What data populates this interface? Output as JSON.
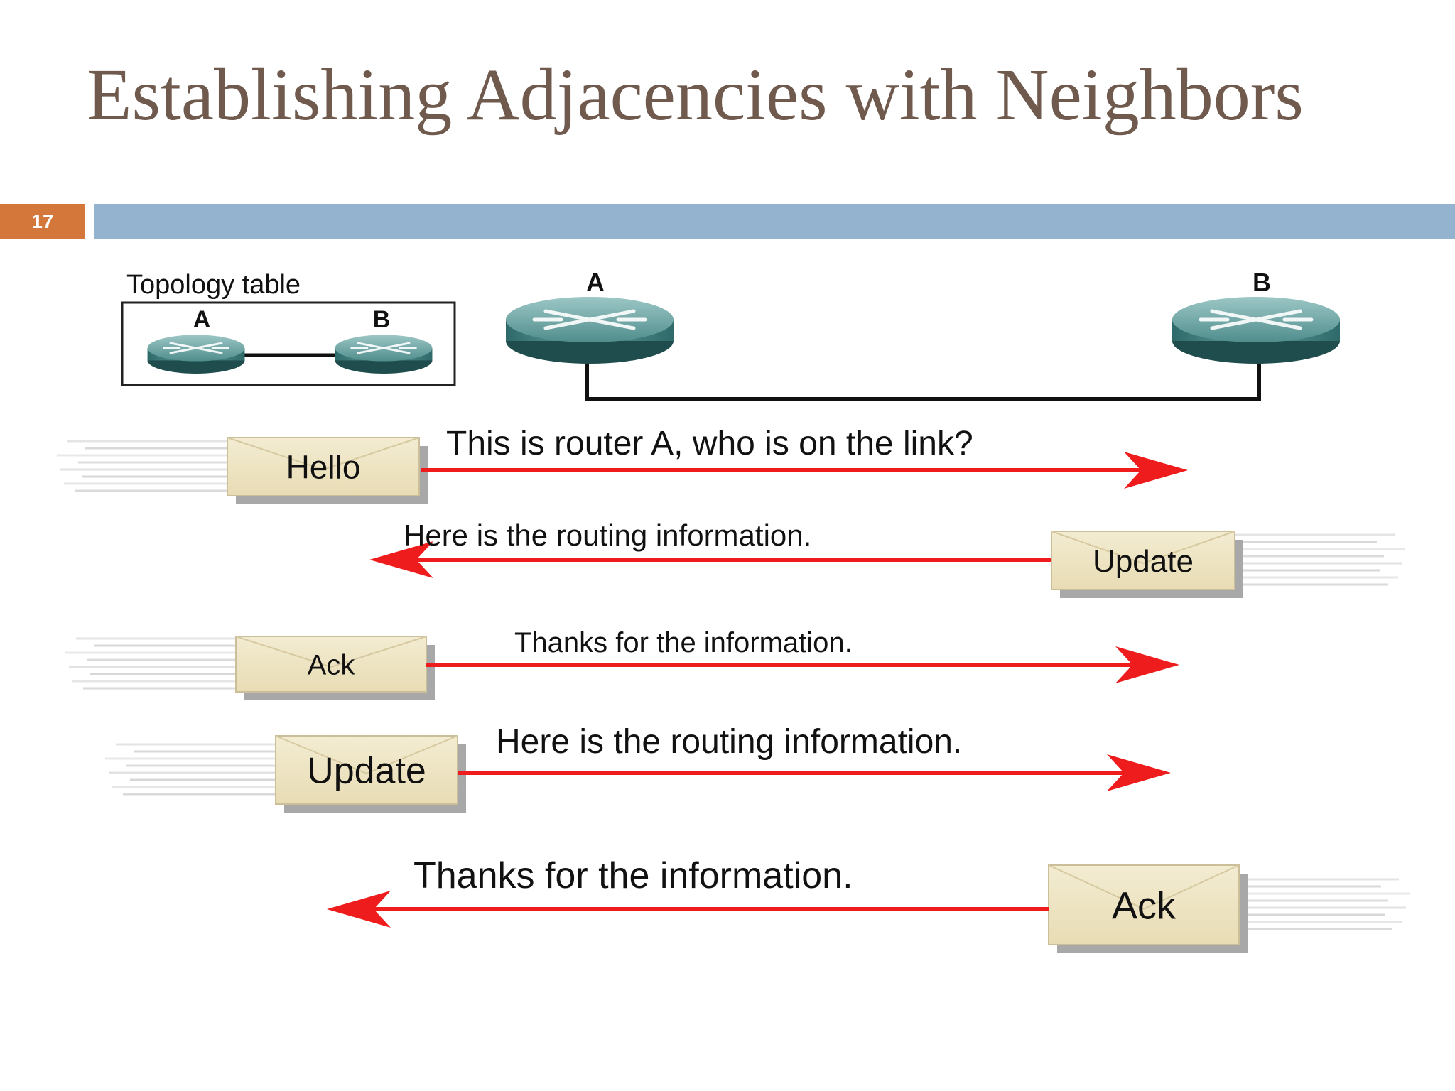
{
  "slide": {
    "title": "Establishing Adjacencies with Neighbors",
    "number": "17"
  },
  "colors": {
    "title_text": "#6f5a4d",
    "number_badge": "#d4773b",
    "title_bar": "#93b3cf",
    "arrow": "#ee1c1c",
    "envelope": "#efe6c8",
    "router": "#4c8a89"
  },
  "topology_table": {
    "caption": "Topology table",
    "router_a": "A",
    "router_b": "B"
  },
  "routers": {
    "a": "A",
    "b": "B"
  },
  "exchanges": [
    {
      "packet": "Hello",
      "message": "This is router A, who is on the link?",
      "direction": "A to B"
    },
    {
      "packet": "Update",
      "message": "Here is the routing information.",
      "direction": "B to A"
    },
    {
      "packet": "Ack",
      "message": "Thanks for the information.",
      "direction": "A to B"
    },
    {
      "packet": "Update",
      "message": "Here is the routing information.",
      "direction": "A to B"
    },
    {
      "packet": "Ack",
      "message": "Thanks for the information.",
      "direction": "B to A"
    }
  ]
}
